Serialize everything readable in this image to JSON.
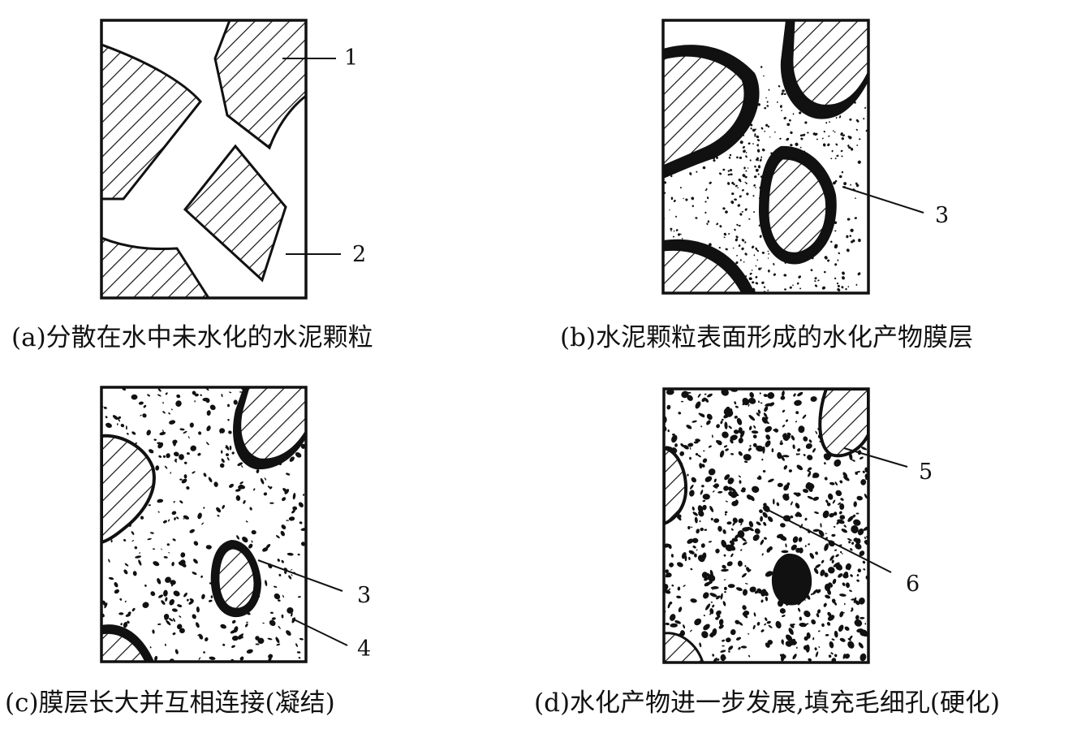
{
  "captions": {
    "a": "(a)分散在水中未水化的水泥颗粒",
    "b": "(b)水泥颗粒表面形成的水化产物膜层",
    "c": "(c)膜层长大并互相连接(凝结)",
    "d": "(d)水化产物进一步发展,填充毛细孔(硬化)"
  },
  "callouts": {
    "n1": "1",
    "n2": "2",
    "n3b": "3",
    "n3c": "3",
    "n4": "4",
    "n5": "5",
    "n6": "6"
  },
  "colors": {
    "ink": "#111111",
    "background": "#ffffff"
  }
}
